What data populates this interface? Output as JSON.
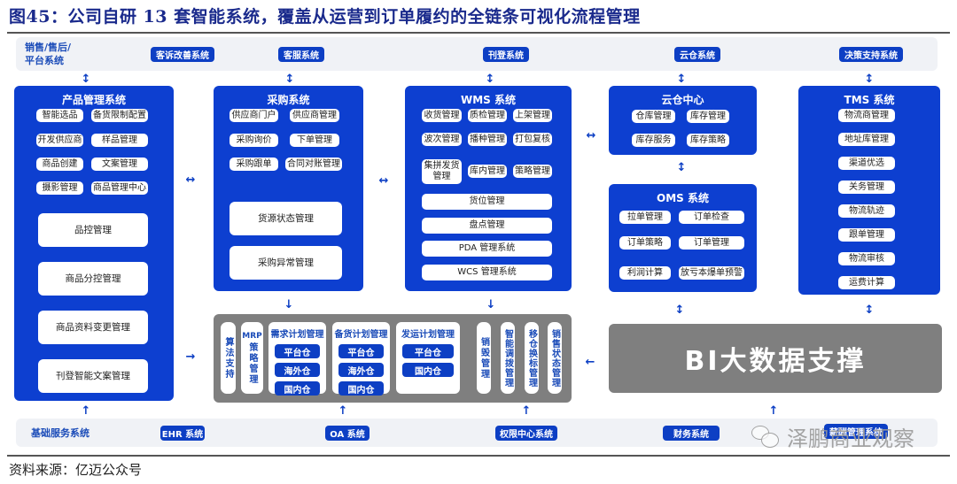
{
  "figure": {
    "title": "图45：公司自研 13 套智能系统，覆盖从运营到订单履约的全链条可视化流程管理",
    "source": "资料来源：亿迈公众号",
    "watermark": "泽鹏商业观察"
  },
  "colors": {
    "primary_blue": "#0d3fd0",
    "label_blue": "#1a4bb8",
    "gray_block": "#7f7f7f",
    "bar_bg": "#f0f2f6"
  },
  "top_bar": {
    "label": "销售/售后/\n平台系统",
    "label_line1": "销售/售后/",
    "label_line2": "平台系统",
    "items": [
      "客诉改善系统",
      "客服系统",
      "刊登系统",
      "云仓系统",
      "决策支持系统"
    ]
  },
  "product_system": {
    "title": "产品管理系统",
    "small_items": [
      "智能选品",
      "备货限制配置",
      "开发供应商",
      "样品管理",
      "商品创建",
      "文案管理",
      "摄影管理",
      "商品管理中心"
    ],
    "big_items": [
      "品控管理",
      "商品分控管理",
      "商品资料变更管理",
      "刊登智能文案管理"
    ]
  },
  "purchase_system": {
    "title": "采购系统",
    "small_items": [
      "供应商门户",
      "供应商管理",
      "采购询价",
      "下单管理",
      "采购跟单",
      "合同对账管理"
    ],
    "big_items": [
      "货源状态管理",
      "采购异常管理"
    ]
  },
  "wms_system": {
    "title": "WMS 系统",
    "small_items": [
      "收货管理",
      "质检管理",
      "上架管理",
      "波次管理",
      "播种管理",
      "打包复核",
      "集拼发货\n管理",
      "库内管理",
      "策略管理"
    ],
    "wide_items": [
      "货位管理",
      "盘点管理",
      "PDA 管理系统",
      "WCS 管理系统"
    ]
  },
  "cloud_center": {
    "title": "云仓中心",
    "items": [
      "仓库管理",
      "库存管理",
      "库存服务",
      "库存策略"
    ]
  },
  "oms_system": {
    "title": "OMS 系统",
    "items": [
      "拉单管理",
      "订单检查",
      "订单策略",
      "订单管理",
      "利润计算",
      "放亏本爆单预警"
    ]
  },
  "tms_system": {
    "title": "TMS 系统",
    "items": [
      "物流商管理",
      "地址库管理",
      "渠道优选",
      "关务管理",
      "物流轨迹",
      "跟单管理",
      "物流审核",
      "运费计算"
    ]
  },
  "planning_block": {
    "algo": "算法支持",
    "mrp_top": "MRP",
    "mrp_rest": "策略管理",
    "plans": [
      {
        "title": "需求计划管理",
        "items": [
          "平台仓",
          "海外仓",
          "国内仓"
        ]
      },
      {
        "title": "备货计划管理",
        "items": [
          "平台仓",
          "海外仓",
          "国内仓"
        ]
      },
      {
        "title": "发运计划管理",
        "items": [
          "平台仓",
          "国内仓"
        ]
      }
    ],
    "right_cols": [
      "销毁管理",
      "智能调拨管理",
      "移仓换标管理",
      "销售状态管理"
    ]
  },
  "bi_block": {
    "label": "BI大数据支撑"
  },
  "bottom_bar": {
    "label": "基础服务系统",
    "items": [
      "EHR 系统",
      "OA 系统",
      "权限中心系统",
      "财务系统",
      "薪酬管理系统"
    ]
  },
  "arrows": {
    "up_down": "↕",
    "left_right": "↔",
    "up": "↑",
    "right": "→",
    "left": "←"
  }
}
